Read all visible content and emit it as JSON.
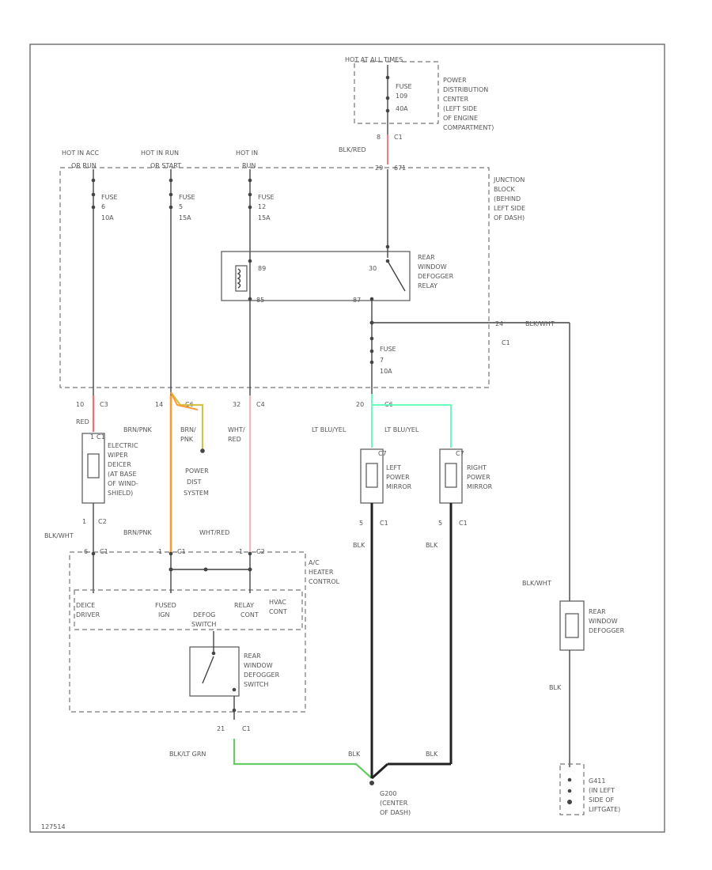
{
  "diagram": {
    "figure_id": "127514",
    "wire_colors": {
      "red": "#ff6b6b",
      "orange": "#ff9933",
      "yellow": "#d4c24a",
      "pink": "#ffb3b3",
      "light_green": "#66ffbb",
      "green": "#66cc66"
    },
    "pdc": {
      "hot": "HOT AT ALL TIMES",
      "fuse_label": "FUSE",
      "fuse_num": "109",
      "fuse_amp": "40A",
      "name_lines": [
        "POWER",
        "DISTRIBUTION",
        "CENTER",
        "(LEFT SIDE",
        "OF ENGINE",
        "COMPARTMENT)"
      ],
      "pin": "8",
      "connector": "C1",
      "wire": "BLK/RED"
    },
    "junction_block": {
      "name_lines": [
        "JUNCTION",
        "BLOCK",
        "(BEHIND",
        "LEFT SIDE",
        "OF DASH)"
      ],
      "pin_top_left": "29",
      "pin_top_right": "671",
      "feeds": [
        {
          "hot": "HOT IN ACC",
          "mode": "OR RUN",
          "fuse_label": "FUSE",
          "fuse_num": "6",
          "fuse_amp": "10A",
          "pin": "10",
          "connector": "C3",
          "wire": "RED"
        },
        {
          "hot": "HOT IN RUN",
          "mode": "OR START",
          "fuse_label": "FUSE",
          "fuse_num": "5",
          "fuse_amp": "15A",
          "pin": "14",
          "connector": "C6",
          "wire": "BRN/PNK"
        },
        {
          "hot": "HOT IN",
          "mode": "RUN",
          "fuse_label": "FUSE",
          "fuse_num": "12",
          "fuse_amp": "15A",
          "pin": "32",
          "connector": "C4",
          "wire": "WHT/RED"
        }
      ],
      "relay": {
        "name_lines": [
          "REAR",
          "WINDOW",
          "DEFOGGER",
          "RELAY"
        ],
        "pin_coil_top": "89",
        "pin_coil_bottom": "85",
        "pin_switch_top": "30",
        "pin_switch_bottom": "87"
      },
      "fuse7": {
        "fuse_label": "FUSE",
        "fuse_num": "7",
        "fuse_amp": "10A"
      },
      "splice_pin": "24",
      "splice_connector": "C1",
      "splice_wire": "BLK/WHT",
      "bottom_pin": "20",
      "bottom_connector": "C6"
    },
    "wiper": {
      "name_lines": [
        "ELECTRIC",
        "WIPER",
        "DEICER",
        "(AT BASE",
        "OF WIND-",
        "SHIELD)"
      ],
      "pin_top": "1",
      "conn_top": "C1",
      "pin_bottom": "1",
      "conn_bottom": "C2",
      "wire_bottom": "BLK/WHT"
    },
    "power_dist": {
      "wire_left": "BRN/PNK",
      "wire_right": "BRN/",
      "wire_right2": "PNK",
      "lines": [
        "POWER",
        "DIST",
        "SYSTEM"
      ]
    },
    "wire_white_red": "WHT/",
    "wire_white_red2": "RED",
    "mirrors": {
      "wire": "LT BLU/YEL",
      "left": {
        "pin": "C7",
        "name_lines": [
          "LEFT",
          "POWER",
          "MIRROR"
        ],
        "pin_bottom": "5",
        "conn_bottom": "C1",
        "ground": "BLK"
      },
      "right": {
        "pin": "C7",
        "name_lines": [
          "RIGHT",
          "POWER",
          "MIRROR"
        ],
        "pin_bottom": "5",
        "conn_bottom": "C1",
        "ground": "BLK"
      }
    },
    "ac_control": {
      "name_lines": [
        "A/C",
        "HEATER",
        "CONTROL"
      ],
      "wire_left": "BLK/WHT",
      "wire_mid": "BRN/PNK",
      "wire_right": "WHT/RED",
      "pin_left": "6",
      "conn_left": "C1",
      "pin_mid": "1",
      "conn_mid": "C1",
      "pin_right": "1",
      "conn_right": "C2",
      "labels": [
        "DEICE",
        "DRIVER",
        "FUSED",
        "IGN",
        "RELAY",
        "CONT",
        "HVAC",
        "CONT",
        "DEFOG",
        "SWITCH"
      ],
      "switch_lines": [
        "REAR",
        "WINDOW",
        "DEFOGGER",
        "SWITCH"
      ],
      "pin_bottom": "21",
      "conn_bottom": "C1",
      "wire_bottom": "BLK/LT GRN"
    },
    "defogger": {
      "wire_top": "BLK/WHT",
      "name_lines": [
        "REAR",
        "WINDOW",
        "DEFOGGER"
      ],
      "wire_bottom": "BLK",
      "ground_lines": [
        "G411",
        "(IN LEFT",
        "SIDE OF",
        "LIFTGATE)"
      ]
    },
    "ground": {
      "wire": "BLK",
      "name_lines": [
        "G200",
        "(CENTER",
        "OF DASH)"
      ]
    }
  }
}
